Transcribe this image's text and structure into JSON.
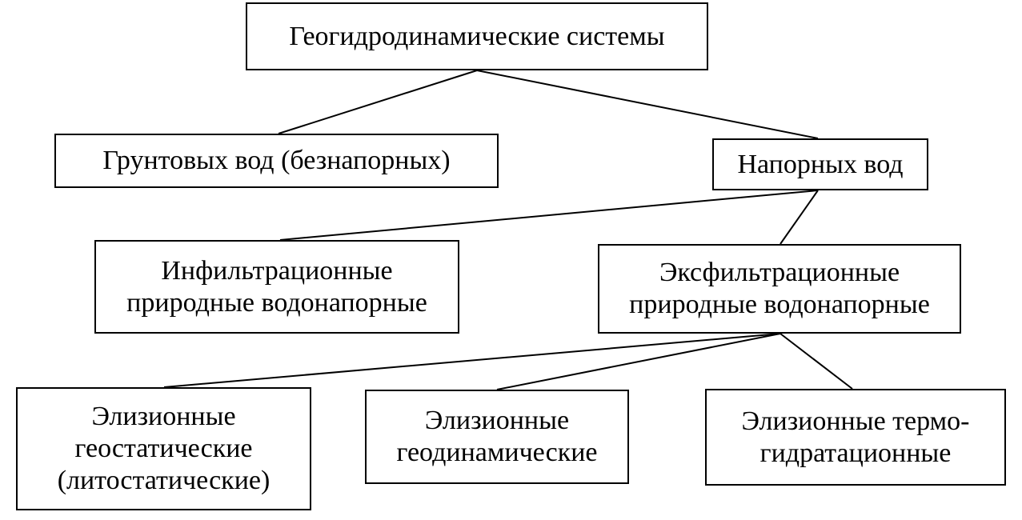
{
  "nodes": {
    "root": {
      "label": "Геогидродинамические системы"
    },
    "groundwater": {
      "label": "Грунтовых вод (безнапорных)"
    },
    "pressure": {
      "label": "Напорных вод"
    },
    "infiltration": {
      "lines": [
        "Инфильтрационные",
        "природные водонапорные"
      ]
    },
    "exfiltration": {
      "lines": [
        "Эксфильтрационные",
        "природные водонапорные"
      ]
    },
    "elision_geostatic": {
      "lines": [
        "Элизионные",
        "геостатические",
        "(литостатические)"
      ]
    },
    "elision_geodynamic": {
      "lines": [
        "Элизионные",
        "геодинамические"
      ]
    },
    "elision_thermo": {
      "lines": [
        "Элизионные термо-",
        "гидратационные"
      ]
    }
  }
}
